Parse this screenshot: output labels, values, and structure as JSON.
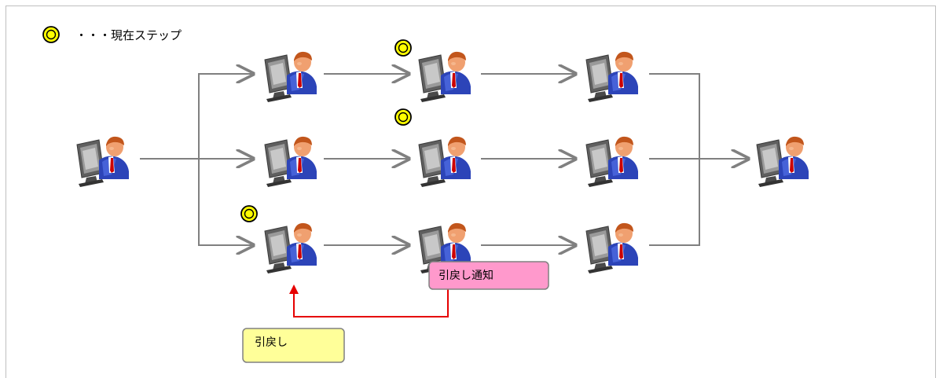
{
  "legend": {
    "marker_icon": "yellow-ring-marker",
    "text": "・・・現在ステップ"
  },
  "notes": {
    "return_notice": "引戻し通知",
    "return": "引戻し"
  },
  "colors": {
    "line": "#808080",
    "return_line": "#e60000",
    "marker_fill": "#ffff00",
    "notice_fill": "#ff99cc",
    "return_fill": "#ffff99"
  },
  "nodes": [
    {
      "id": "start",
      "icon": "user-at-computer-icon",
      "current": false
    },
    {
      "id": "r1c1",
      "icon": "user-at-computer-icon",
      "current": false
    },
    {
      "id": "r1c2",
      "icon": "user-at-computer-icon",
      "current": true
    },
    {
      "id": "r1c3",
      "icon": "user-at-computer-icon",
      "current": false
    },
    {
      "id": "r2c1",
      "icon": "user-at-computer-icon",
      "current": false
    },
    {
      "id": "r2c2",
      "icon": "user-at-computer-icon",
      "current": true
    },
    {
      "id": "r2c3",
      "icon": "user-at-computer-icon",
      "current": false
    },
    {
      "id": "r3c1",
      "icon": "user-at-computer-icon",
      "current": true
    },
    {
      "id": "r3c2",
      "icon": "user-at-computer-icon",
      "current": false
    },
    {
      "id": "r3c3",
      "icon": "user-at-computer-icon",
      "current": false
    },
    {
      "id": "end",
      "icon": "user-at-computer-icon",
      "current": false
    }
  ]
}
